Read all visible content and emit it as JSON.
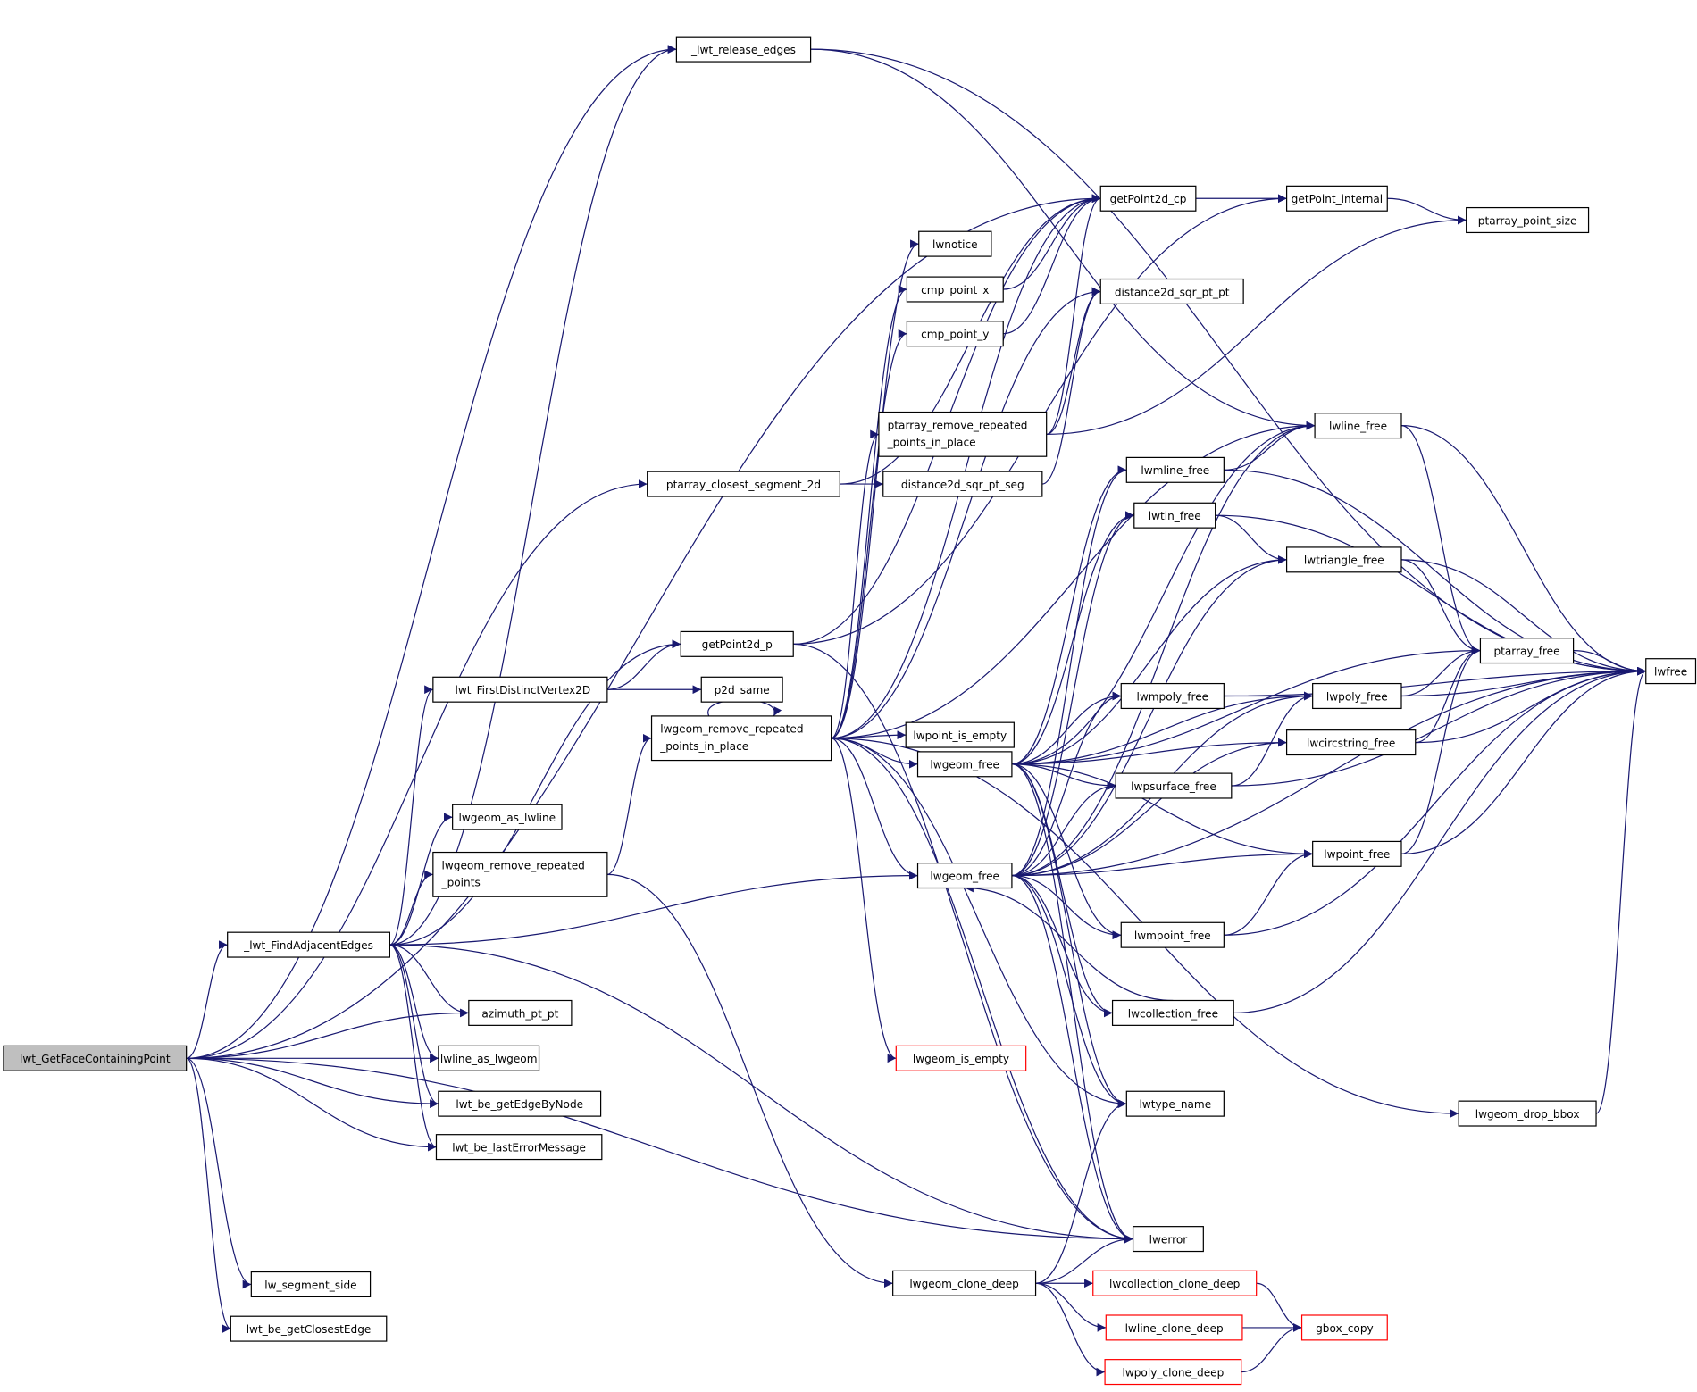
{
  "graph": {
    "type": "call-graph",
    "colors": {
      "edge": "#191970",
      "root_fill": "#bfbfbf",
      "node_border": "#000000",
      "truncated_border": "#ff0000"
    },
    "nodes": [
      {
        "id": "root",
        "label": [
          "lwt_GetFaceContainingPoint"
        ],
        "root": true
      },
      {
        "id": "release",
        "label": [
          "_lwt_release_edges"
        ]
      },
      {
        "id": "gp2dcp",
        "label": [
          "getPoint2d_cp"
        ]
      },
      {
        "id": "gpint",
        "label": [
          "getPoint_internal"
        ]
      },
      {
        "id": "ptsize",
        "label": [
          "ptarray_point_size"
        ]
      },
      {
        "id": "lwnotice",
        "label": [
          "lwnotice"
        ]
      },
      {
        "id": "cmpx",
        "label": [
          "cmp_point_x"
        ]
      },
      {
        "id": "d2ptpt",
        "label": [
          "distance2d_sqr_pt_pt"
        ]
      },
      {
        "id": "cmpy",
        "label": [
          "cmp_point_y"
        ]
      },
      {
        "id": "ptrrp",
        "label": [
          "ptarray_remove_repeated",
          "_points_in_place"
        ]
      },
      {
        "id": "lwline_free",
        "label": [
          "lwline_free"
        ]
      },
      {
        "id": "ptcs2d",
        "label": [
          "ptarray_closest_segment_2d"
        ]
      },
      {
        "id": "d2ptseg",
        "label": [
          "distance2d_sqr_pt_seg"
        ]
      },
      {
        "id": "lwmline_free",
        "label": [
          "lwmline_free"
        ]
      },
      {
        "id": "lwtin_free",
        "label": [
          "lwtin_free"
        ]
      },
      {
        "id": "lwtriangle_free",
        "label": [
          "lwtriangle_free"
        ]
      },
      {
        "id": "gp2dp",
        "label": [
          "getPoint2d_p"
        ]
      },
      {
        "id": "ptarray_free",
        "label": [
          "ptarray_free"
        ]
      },
      {
        "id": "lwfree",
        "label": [
          "lwfree"
        ]
      },
      {
        "id": "fdv",
        "label": [
          "_lwt_FirstDistinctVertex2D"
        ]
      },
      {
        "id": "p2dsame",
        "label": [
          "p2d_same"
        ]
      },
      {
        "id": "lwmpoly_free",
        "label": [
          "lwmpoly_free"
        ]
      },
      {
        "id": "lwpoly_free",
        "label": [
          "lwpoly_free"
        ]
      },
      {
        "id": "lgrrpip",
        "label": [
          "lwgeom_remove_repeated",
          "_points_in_place"
        ]
      },
      {
        "id": "lwpoint_is_empty",
        "label": [
          "lwpoint_is_empty"
        ]
      },
      {
        "id": "lwgeom_free1",
        "label": [
          "lwgeom_free"
        ]
      },
      {
        "id": "lwcircstring_free",
        "label": [
          "lwcircstring_free"
        ]
      },
      {
        "id": "lwpsurface_free",
        "label": [
          "lwpsurface_free"
        ]
      },
      {
        "id": "lwgeom_as_lwline",
        "label": [
          "lwgeom_as_lwline"
        ]
      },
      {
        "id": "lgrrp",
        "label": [
          "lwgeom_remove_repeated",
          "_points"
        ]
      },
      {
        "id": "lwgeom_free2",
        "label": [
          "lwgeom_free"
        ]
      },
      {
        "id": "lwpoint_free",
        "label": [
          "lwpoint_free"
        ]
      },
      {
        "id": "fae",
        "label": [
          "_lwt_FindAdjacentEdges"
        ]
      },
      {
        "id": "lwmpoint_free",
        "label": [
          "lwmpoint_free"
        ]
      },
      {
        "id": "azimuth",
        "label": [
          "azimuth_pt_pt"
        ]
      },
      {
        "id": "lwcollection_free",
        "label": [
          "lwcollection_free"
        ]
      },
      {
        "id": "lwline_as_lwgeom",
        "label": [
          "lwline_as_lwgeom"
        ]
      },
      {
        "id": "lwgeom_is_empty",
        "label": [
          "lwgeom_is_empty"
        ],
        "truncated": true
      },
      {
        "id": "getedgebynode",
        "label": [
          "lwt_be_getEdgeByNode"
        ]
      },
      {
        "id": "lwtype_name",
        "label": [
          "lwtype_name"
        ]
      },
      {
        "id": "dropbbox",
        "label": [
          "lwgeom_drop_bbox"
        ]
      },
      {
        "id": "lasterr",
        "label": [
          "lwt_be_lastErrorMessage"
        ]
      },
      {
        "id": "lwerror",
        "label": [
          "lwerror"
        ]
      },
      {
        "id": "segside",
        "label": [
          "lw_segment_side"
        ]
      },
      {
        "id": "clonedeep",
        "label": [
          "lwgeom_clone_deep"
        ]
      },
      {
        "id": "collclone",
        "label": [
          "lwcollection_clone_deep"
        ],
        "truncated": true
      },
      {
        "id": "closestedge",
        "label": [
          "lwt_be_getClosestEdge"
        ]
      },
      {
        "id": "lineclone",
        "label": [
          "lwline_clone_deep"
        ],
        "truncated": true
      },
      {
        "id": "gbox",
        "label": [
          "gbox_copy"
        ],
        "truncated": true
      },
      {
        "id": "polyclone",
        "label": [
          "lwpoly_clone_deep"
        ],
        "truncated": true
      }
    ],
    "edges": [
      [
        "root",
        "release"
      ],
      [
        "root",
        "gp2dcp"
      ],
      [
        "root",
        "ptcs2d"
      ],
      [
        "root",
        "fae"
      ],
      [
        "root",
        "azimuth"
      ],
      [
        "root",
        "lwline_as_lwgeom"
      ],
      [
        "root",
        "getedgebynode"
      ],
      [
        "root",
        "lasterr"
      ],
      [
        "root",
        "lwerror"
      ],
      [
        "root",
        "segside"
      ],
      [
        "root",
        "closestedge"
      ],
      [
        "release",
        "lwfree"
      ],
      [
        "release",
        "lwline_free"
      ],
      [
        "gp2dcp",
        "gpint"
      ],
      [
        "gpint",
        "ptsize"
      ],
      [
        "ptcs2d",
        "gp2dcp"
      ],
      [
        "ptcs2d",
        "d2ptseg"
      ],
      [
        "d2ptseg",
        "d2ptpt"
      ],
      [
        "fae",
        "release"
      ],
      [
        "fae",
        "gp2dp"
      ],
      [
        "fae",
        "fdv"
      ],
      [
        "fae",
        "lwgeom_as_lwline"
      ],
      [
        "fae",
        "lgrrp"
      ],
      [
        "fae",
        "lwgeom_free2"
      ],
      [
        "fae",
        "azimuth"
      ],
      [
        "fae",
        "lwline_as_lwgeom"
      ],
      [
        "fae",
        "getedgebynode"
      ],
      [
        "fae",
        "lasterr"
      ],
      [
        "fae",
        "lwerror"
      ],
      [
        "fdv",
        "gp2dp"
      ],
      [
        "fdv",
        "p2dsame"
      ],
      [
        "gp2dp",
        "gp2dcp"
      ],
      [
        "gp2dp",
        "gpint"
      ],
      [
        "gp2dp",
        "lwerror"
      ],
      [
        "lgrrp",
        "lgrrpip"
      ],
      [
        "lgrrp",
        "clonedeep"
      ],
      [
        "lgrrpip",
        "lgrrpip"
      ],
      [
        "lgrrpip",
        "lwnotice"
      ],
      [
        "lgrrpip",
        "cmpx"
      ],
      [
        "lgrrpip",
        "cmpy"
      ],
      [
        "lgrrpip",
        "ptrrp"
      ],
      [
        "lgrrpip",
        "gp2dcp"
      ],
      [
        "lgrrpip",
        "d2ptpt"
      ],
      [
        "lgrrpip",
        "lwline_free"
      ],
      [
        "lgrrpip",
        "lwpoint_is_empty"
      ],
      [
        "lgrrpip",
        "lwgeom_free1"
      ],
      [
        "lgrrpip",
        "lwgeom_free2"
      ],
      [
        "lgrrpip",
        "lwgeom_is_empty"
      ],
      [
        "lgrrpip",
        "lwerror"
      ],
      [
        "lgrrpip",
        "dropbbox"
      ],
      [
        "lgrrpip",
        "lwtype_name"
      ],
      [
        "cmpx",
        "gp2dcp"
      ],
      [
        "cmpy",
        "gp2dcp"
      ],
      [
        "ptrrp",
        "gp2dcp"
      ],
      [
        "ptrrp",
        "d2ptpt"
      ],
      [
        "ptrrp",
        "ptsize"
      ],
      [
        "lwgeom_free1",
        "lwline_free"
      ],
      [
        "lwgeom_free1",
        "lwmline_free"
      ],
      [
        "lwgeom_free1",
        "lwtin_free"
      ],
      [
        "lwgeom_free1",
        "lwtriangle_free"
      ],
      [
        "lwgeom_free1",
        "lwmpoly_free"
      ],
      [
        "lwgeom_free1",
        "lwpoly_free"
      ],
      [
        "lwgeom_free1",
        "lwcircstring_free"
      ],
      [
        "lwgeom_free1",
        "lwpsurface_free"
      ],
      [
        "lwgeom_free1",
        "lwpoint_free"
      ],
      [
        "lwgeom_free1",
        "lwmpoint_free"
      ],
      [
        "lwgeom_free1",
        "lwcollection_free"
      ],
      [
        "lwgeom_free1",
        "lwtype_name"
      ],
      [
        "lwgeom_free1",
        "lwerror"
      ],
      [
        "lwgeom_free1",
        "ptarray_free"
      ],
      [
        "lwgeom_free2",
        "lwline_free"
      ],
      [
        "lwgeom_free2",
        "lwmline_free"
      ],
      [
        "lwgeom_free2",
        "lwtin_free"
      ],
      [
        "lwgeom_free2",
        "lwtriangle_free"
      ],
      [
        "lwgeom_free2",
        "lwmpoly_free"
      ],
      [
        "lwgeom_free2",
        "lwpoly_free"
      ],
      [
        "lwgeom_free2",
        "lwcircstring_free"
      ],
      [
        "lwgeom_free2",
        "lwpsurface_free"
      ],
      [
        "lwgeom_free2",
        "lwpoint_free"
      ],
      [
        "lwgeom_free2",
        "lwmpoint_free"
      ],
      [
        "lwgeom_free2",
        "lwcollection_free"
      ],
      [
        "lwgeom_free2",
        "lwtype_name"
      ],
      [
        "lwgeom_free2",
        "lwerror"
      ],
      [
        "lwgeom_free2",
        "lwfree"
      ],
      [
        "lwline_free",
        "ptarray_free"
      ],
      [
        "lwline_free",
        "lwfree"
      ],
      [
        "lwmline_free",
        "lwline_free"
      ],
      [
        "lwmline_free",
        "lwfree"
      ],
      [
        "lwtin_free",
        "lwtriangle_free"
      ],
      [
        "lwtin_free",
        "lwfree"
      ],
      [
        "lwtriangle_free",
        "ptarray_free"
      ],
      [
        "lwtriangle_free",
        "lwfree"
      ],
      [
        "lwmpoly_free",
        "lwpoly_free"
      ],
      [
        "lwmpoly_free",
        "lwfree"
      ],
      [
        "lwpoly_free",
        "ptarray_free"
      ],
      [
        "lwpoly_free",
        "lwfree"
      ],
      [
        "lwcircstring_free",
        "ptarray_free"
      ],
      [
        "lwcircstring_free",
        "lwfree"
      ],
      [
        "lwpsurface_free",
        "lwpoly_free"
      ],
      [
        "lwpsurface_free",
        "lwfree"
      ],
      [
        "lwpoint_free",
        "ptarray_free"
      ],
      [
        "lwpoint_free",
        "lwfree"
      ],
      [
        "lwmpoint_free",
        "lwpoint_free"
      ],
      [
        "lwmpoint_free",
        "lwfree"
      ],
      [
        "lwcollection_free",
        "lwgeom_free2"
      ],
      [
        "lwcollection_free",
        "lwfree"
      ],
      [
        "ptarray_free",
        "lwfree"
      ],
      [
        "dropbbox",
        "lwfree"
      ],
      [
        "clonedeep",
        "lwtype_name"
      ],
      [
        "clonedeep",
        "lwerror"
      ],
      [
        "clonedeep",
        "collclone"
      ],
      [
        "clonedeep",
        "lineclone"
      ],
      [
        "clonedeep",
        "polyclone"
      ],
      [
        "collclone",
        "gbox"
      ],
      [
        "lineclone",
        "gbox"
      ],
      [
        "polyclone",
        "gbox"
      ]
    ]
  }
}
